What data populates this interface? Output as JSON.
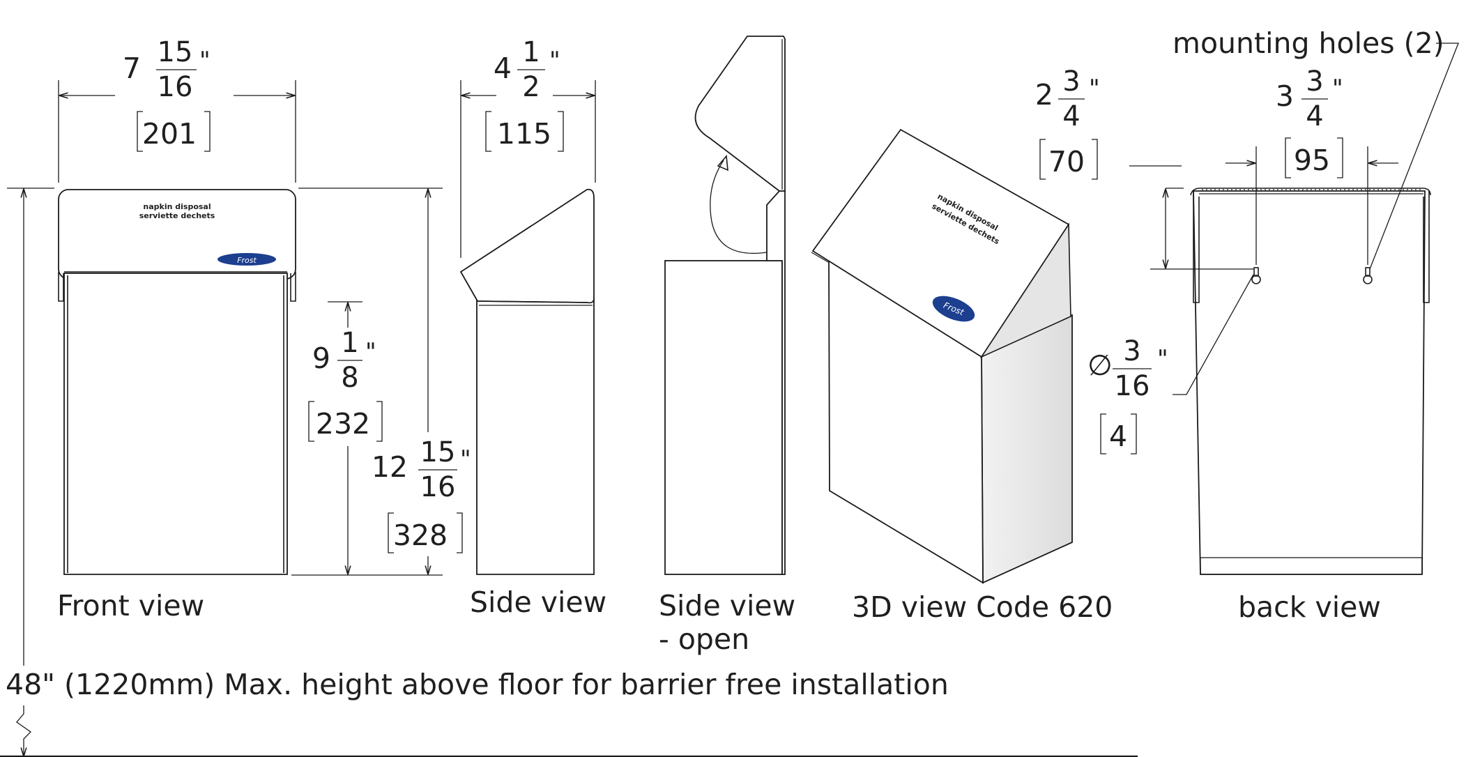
{
  "views": {
    "front": "Front view",
    "side": "Side view",
    "side_open_1": "Side view",
    "side_open_2": "- open",
    "iso": "3D view Code 620",
    "back": "back view"
  },
  "dims": {
    "front_width": {
      "whole": "7",
      "num": "15",
      "den": "16",
      "mm": "201"
    },
    "side_depth": {
      "whole": "4",
      "num": "1",
      "den": "2",
      "mm": "115"
    },
    "body_height": {
      "whole": "9",
      "num": "1",
      "den": "8",
      "mm": "232"
    },
    "total_height": {
      "whole": "12",
      "num": "15",
      "den": "16",
      "mm": "328"
    },
    "hole_offset": {
      "whole": "2",
      "num": "3",
      "den": "4",
      "mm": "70"
    },
    "hole_spacing": {
      "whole": "3",
      "num": "3",
      "den": "4",
      "mm": "95"
    },
    "hole_diameter": {
      "symbol": "∅",
      "num": "3",
      "den": "16",
      "mm": "4"
    },
    "inch_mark": "\""
  },
  "callouts": {
    "mounting_holes": "mounting holes (2)"
  },
  "floor_note": "48\" (1220mm) Max. height above floor for barrier free installation",
  "printed": {
    "line1": "napkin disposal",
    "line2": "serviette dechets",
    "logo": "Frost"
  },
  "colors": {
    "logo_blue": "#1d3f8f",
    "line": "#1a1a1a"
  }
}
